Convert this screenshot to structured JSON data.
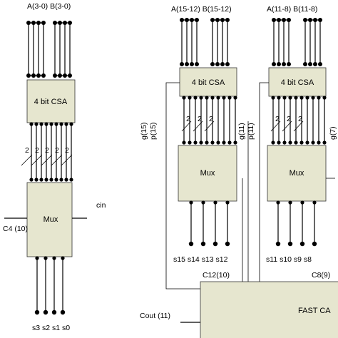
{
  "colors": {
    "block_fill": "#e6e6cf",
    "wire": "#000000"
  },
  "slice0": {
    "inputs_label": "A(3-0)  B(3-0)",
    "csa_label": "4 bit CSA",
    "bus_widths": [
      "2",
      "2",
      "2",
      "2",
      "2"
    ],
    "mux_label": "Mux",
    "cin_label": "cin",
    "carry_in_label": "C4 (10)",
    "outputs_label": "s3 s2 s1 s0"
  },
  "slice3": {
    "inputs_label": "A(15-12)  B(15-12)",
    "csa_label": "4 bit CSA",
    "bus_widths": [
      "2",
      "2",
      "2"
    ],
    "g_label": "g(15)",
    "p_label": "p(15)",
    "mux_label": "Mux",
    "outputs_label": "s15 s14 s13 s12",
    "carry_label": "C12(10)"
  },
  "slice2": {
    "inputs_label": "A(11-8)  B(11-8)",
    "csa_label": "4 bit CSA",
    "bus_widths": [
      "2",
      "2",
      "2"
    ],
    "g_label": "g(11)",
    "p_label": "p(11)",
    "mux_label": "Mux",
    "outputs_label": "s11 s10 s9 s8",
    "carry_label": "C8(9)"
  },
  "slice1_partial": {
    "g_label": "g(7)"
  },
  "fast_cla": {
    "label": "FAST CA"
  },
  "cout_label": "Cout (11)"
}
